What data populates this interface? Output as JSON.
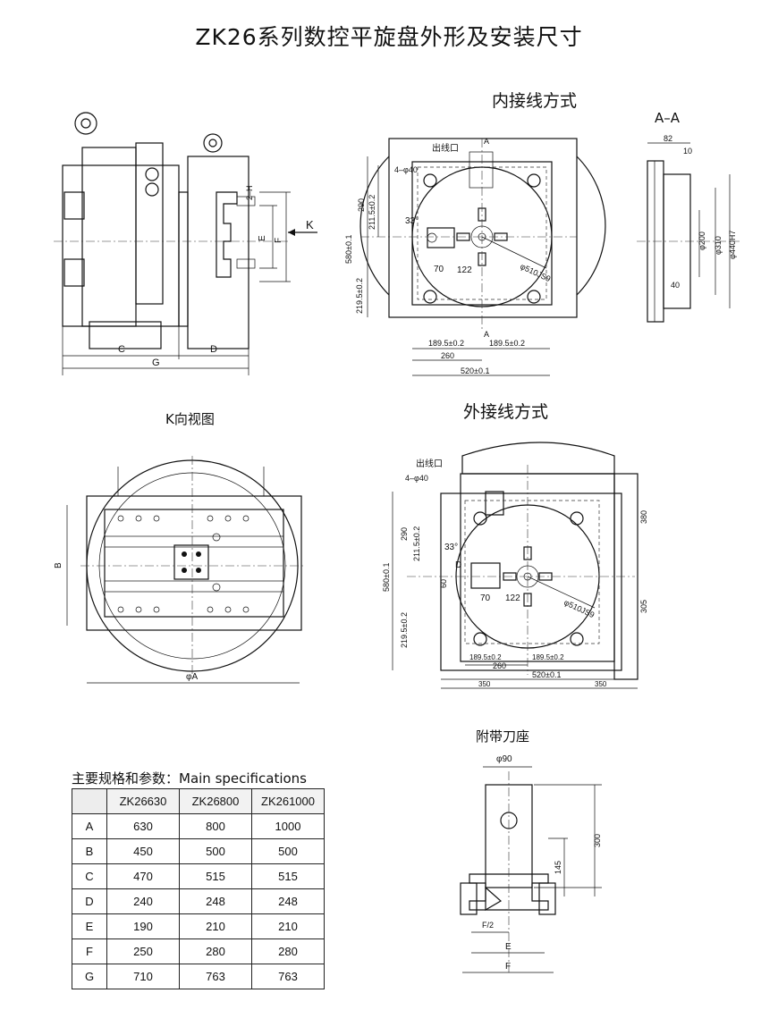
{
  "title": "ZK26系列数控平旋盘外形及安装尺寸",
  "views": {
    "internal": "内接线方式",
    "section": "A–A",
    "k_view": "K向视图",
    "external": "外接线方式",
    "tool_holder": "附带刀座"
  },
  "dims": {
    "side": {
      "c": "C",
      "d": "D",
      "g": "G",
      "k": "K",
      "e": "E",
      "f": "F",
      "h": "2–H"
    },
    "internal": {
      "outlet": "出线口",
      "holes": "4–φ40",
      "a": "A",
      "a2": "A",
      "d290": "290",
      "d211": "211.5±0.2",
      "angle": "33°",
      "d580": "580±0.1",
      "d219": "219.5±0.2",
      "d70": "70",
      "d122": "122",
      "bore": "φ510JS9",
      "d189a": "189.5±0.2",
      "d189b": "189.5±0.2",
      "d260": "260",
      "d520": "520±0.1"
    },
    "section_aa": {
      "d82": "82",
      "d10": "10",
      "d200": "φ200",
      "d310": "φ310",
      "d440": "φ440H7",
      "d40": "40"
    },
    "k": {
      "b": "B",
      "a": "φA"
    },
    "external": {
      "outlet": "出线口",
      "holes": "4–φ40",
      "d290": "290",
      "d211": "211.5±0.2",
      "angle": "33°",
      "d580": "580±0.1",
      "d219": "219.5±0.2",
      "d60": "60",
      "d70": "70",
      "d122": "122",
      "bore": "φ510JS9",
      "dd": "D",
      "d189a": "189.5±0.2",
      "d189b": "189.5±0.2",
      "d260": "260",
      "d520": "520±0.1",
      "d350a": "350",
      "d350b": "350",
      "d380": "380",
      "d305": "305"
    },
    "holder": {
      "d90": "φ90",
      "d300": "300",
      "d145": "145",
      "f2": "F/2",
      "e": "E",
      "f": "F"
    }
  },
  "spec": {
    "caption": "主要规格和参数：Main specifications",
    "columns": [
      "",
      "ZK26630",
      "ZK26800",
      "ZK261000"
    ],
    "rows": [
      [
        "A",
        "630",
        "800",
        "1000"
      ],
      [
        "B",
        "450",
        "500",
        "500"
      ],
      [
        "C",
        "470",
        "515",
        "515"
      ],
      [
        "D",
        "240",
        "248",
        "248"
      ],
      [
        "E",
        "190",
        "210",
        "210"
      ],
      [
        "F",
        "250",
        "280",
        "280"
      ],
      [
        "G",
        "710",
        "763",
        "763"
      ]
    ]
  }
}
